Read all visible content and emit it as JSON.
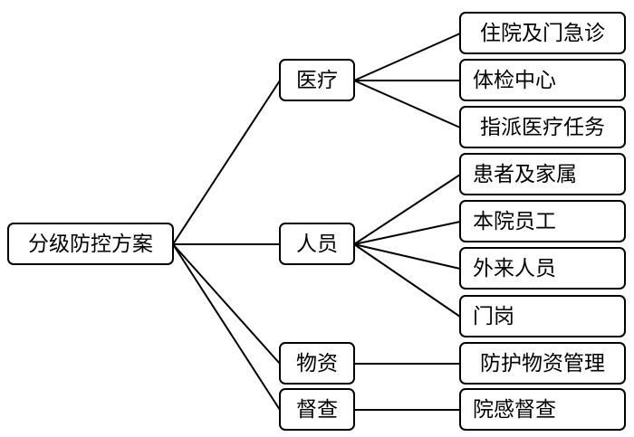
{
  "diagram": {
    "root": {
      "label": "分级防控方案"
    },
    "categories": [
      {
        "label": "医疗",
        "children": [
          "住院及门急诊",
          "体检中心",
          "指派医疗任务"
        ]
      },
      {
        "label": "人员",
        "children": [
          "患者及家属",
          "本院员工",
          "外来人员",
          "门岗"
        ]
      },
      {
        "label": "物资",
        "children": [
          "防护物资管理"
        ]
      },
      {
        "label": "督查",
        "children": [
          "院感督查"
        ]
      }
    ]
  }
}
